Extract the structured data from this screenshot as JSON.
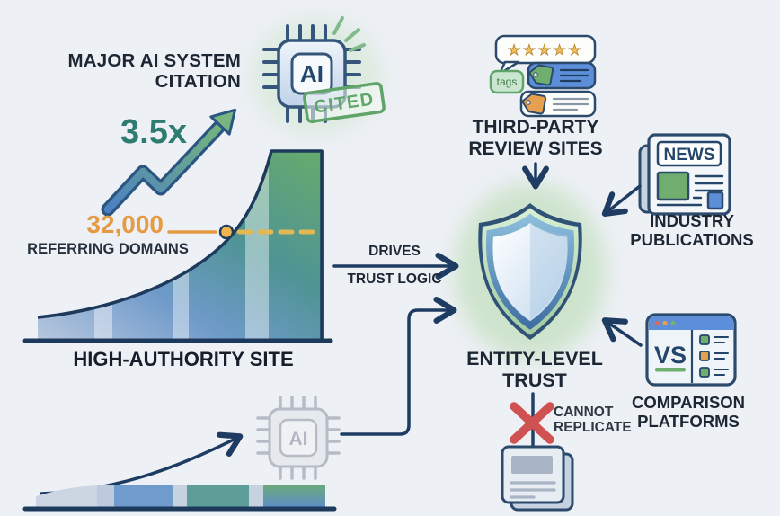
{
  "title": "AI citation entity-level trust diagram",
  "colors": {
    "background": "#edf0f5",
    "navy_line": "#1e3c61",
    "text_dark": "#1d2733",
    "accent_orange": "#e59b43",
    "accent_teal": "#2e7b70",
    "accent_green": "#6fae6f",
    "accent_blue": "#5c8ed9",
    "stamp_green": "#5fa468",
    "error_red": "#d05151"
  },
  "authority": {
    "headline_line1": "MAJOR AI SYSTEM",
    "headline_line2": "CITATION",
    "multiplier": "3.5x",
    "stat_value": "32,000",
    "stat_label": "REFERRING DOMAINS",
    "chart_label": "HIGH-AUTHORITY SITE"
  },
  "ai_chip": {
    "label": "AI",
    "stamp_label": "CITED"
  },
  "flow": {
    "drives_label": "DRIVES",
    "trust_logic_label": "TRUST LOGIC"
  },
  "trust_shield": {
    "title_line1": "ENTITY-LEVEL",
    "title_line2": "TRUST"
  },
  "cannot": {
    "line1": "CANNOT",
    "line2": "REPLICATE"
  },
  "reviews": {
    "label_line1": "THIRD-PARTY",
    "label_line2": "REVIEW SITES",
    "stars": "★★★★★",
    "tag_text": "tags"
  },
  "publications": {
    "label_line1": "INDUSTRY",
    "label_line2": "PUBLICATIONS",
    "masthead": "NEWS"
  },
  "comparison": {
    "label_line1": "COMPARISON",
    "label_line2": "PLATFORMS",
    "vs_label": "VS"
  },
  "competitor_chip": {
    "label": "AI"
  },
  "icons": [
    "ai-chip-icon",
    "cited-stamp",
    "zigzag-growth-arrow",
    "review-tags-icon",
    "newspaper-icon",
    "vs-browser-icon",
    "trust-shield-icon",
    "red-x-icon",
    "document-stack-icon",
    "gray-ai-chip-icon"
  ],
  "chart_data": [
    {
      "type": "area",
      "title": "HIGH-AUTHORITY SITE referring domains growth",
      "annotation_value": 32000,
      "annotation_label": "32,000 REFERRING DOMAINS",
      "growth_multiplier": "3.5x",
      "shape": "exponential rise to plateau, low-left to high-right",
      "gridlines": false
    },
    {
      "type": "area",
      "title": "competitor site (flat growth, cannot replicate)",
      "shape": "nearly flat low band with slight rise",
      "gridlines": false
    }
  ]
}
